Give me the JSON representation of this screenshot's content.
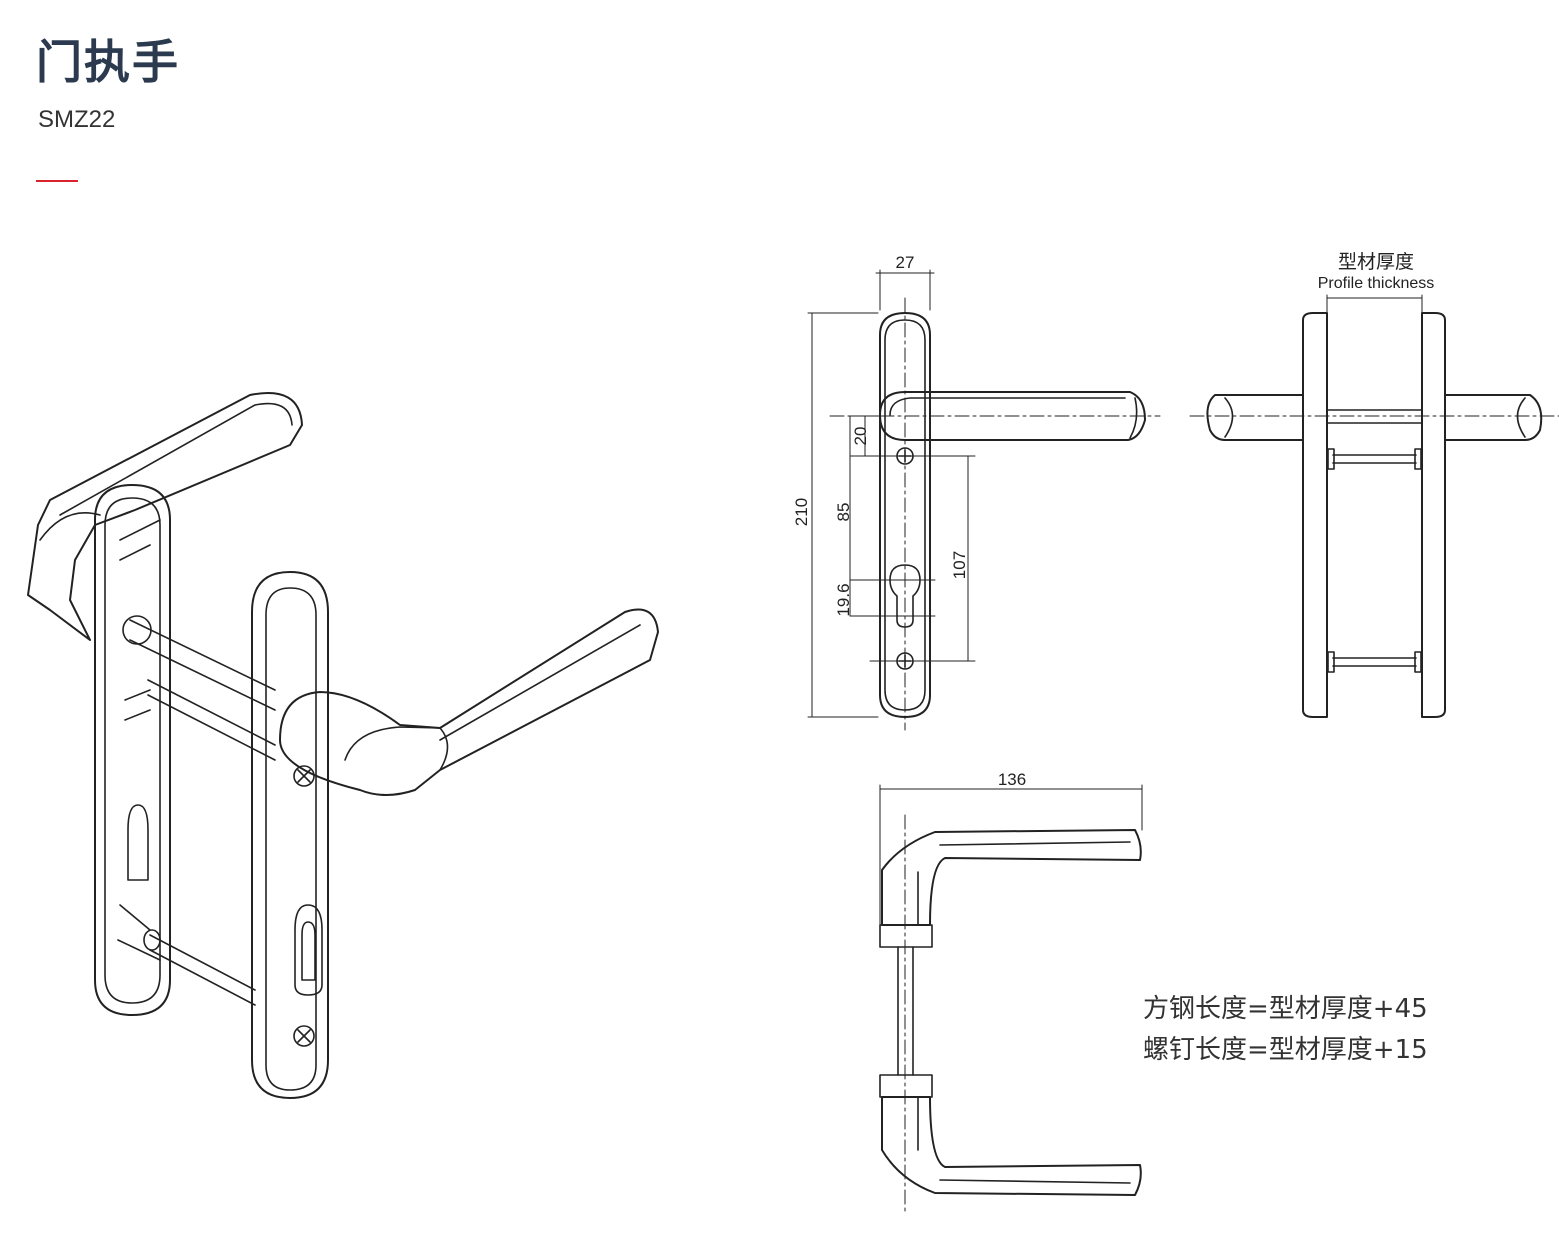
{
  "header": {
    "title": "门执手",
    "model": "SMZ22",
    "accent_color": "#d9232d",
    "title_color": "#2b3a4e"
  },
  "dimensions": {
    "width_plate": "27",
    "height_total": "210",
    "d20": "20",
    "d85": "85",
    "d19_6": "19.6",
    "d107": "107",
    "handle_length": "136"
  },
  "profile": {
    "label_cn": "型材厚度",
    "label_en": "Profile thickness"
  },
  "formulas": {
    "spindle": "方钢长度=型材厚度+45",
    "screw": "螺钉长度=型材厚度+15"
  }
}
